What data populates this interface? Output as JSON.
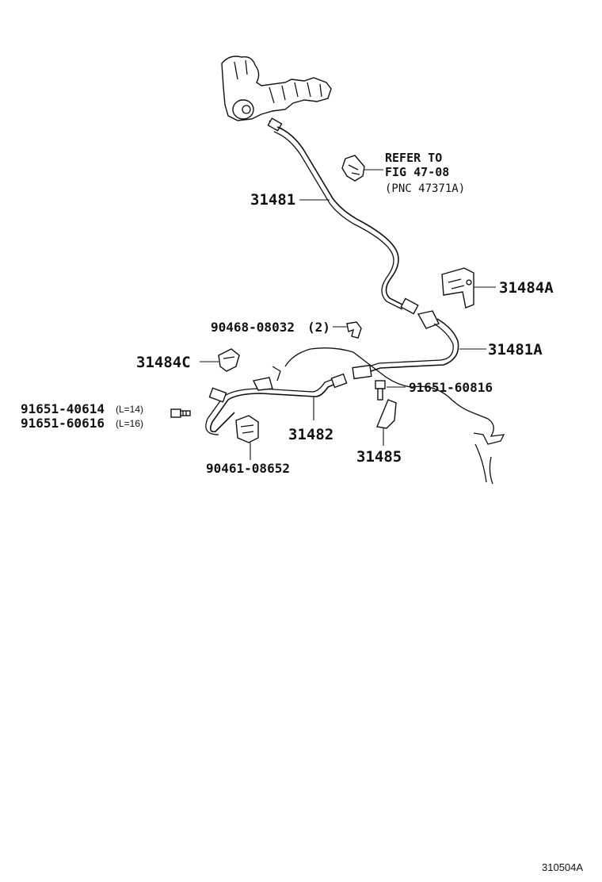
{
  "labels": {
    "p31481": "31481",
    "p31484A": "31484A",
    "p31481A": "31481A",
    "p31484C": "31484C",
    "p90468": "90468-08032",
    "p90468_qty": "(2)",
    "p91651_60816": "91651-60816",
    "p91651_40614": "91651-40614",
    "p91651_40614_len": "(L=14)",
    "p91651_60616": "91651-60616",
    "p91651_60616_len": "(L=16)",
    "p31482": "31482",
    "p31485": "31485",
    "p90461": "90461-08652"
  },
  "reference": {
    "line1": "REFER TO",
    "line2": "FIG 47-08",
    "line3": "(PNC 47371A)"
  },
  "footer": {
    "code": "310504A"
  }
}
